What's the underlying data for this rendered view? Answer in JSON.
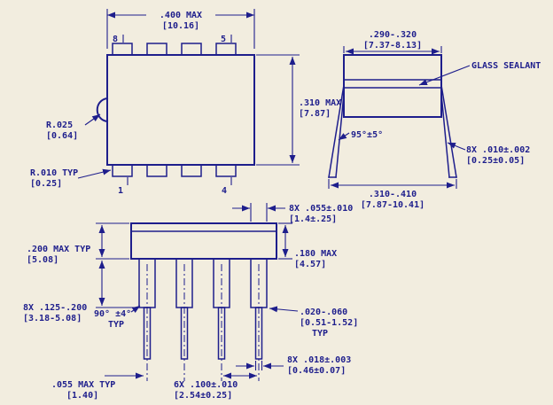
{
  "colors": {
    "background": "#f2eddf",
    "line": "#1e1e8c",
    "text": "#1e1e8c"
  },
  "top_view": {
    "width_in": ".400  MAX",
    "width_mm": "[10.16]",
    "height_in": ".310 MAX",
    "height_mm": "[7.87]",
    "notch_radius_in": "R.025",
    "notch_radius_mm": "[0.64]",
    "pin_radius_in": "R.010 TYP",
    "pin_radius_mm": "[0.25]",
    "pins": {
      "top_left": "8",
      "top_right": "5",
      "bottom_left": "1",
      "bottom_right": "4"
    }
  },
  "side_view": {
    "body_width_in": ".290-.320",
    "body_width_mm": "[7.37-8.13]",
    "glass_sealant": "GLASS SEALANT",
    "lead_angle": "95°±5°",
    "lead_thickness_in": "8X .010±.002",
    "lead_thickness_mm": "[0.25±0.05]",
    "lead_span_in": ".310-.410",
    "lead_span_mm": "[7.87-10.41]"
  },
  "front_view": {
    "shoulder_width_in": "8X .055±.010",
    "shoulder_width_mm": "[1.4±.25]",
    "body_height_left_in": ".200 MAX TYP",
    "body_height_left_mm": "[5.08]",
    "body_height_right_in": ".180 MAX",
    "body_height_right_mm": "[4.57]",
    "shoulder_length_in": "8X .125-.200",
    "shoulder_length_mm": "[3.18-5.08]",
    "lead_angle": "90° ±4°",
    "lead_angle_typ": "TYP",
    "standoff_in": ".020-.060",
    "standoff_mm": "[0.51-1.52]",
    "standoff_typ": "TYP",
    "pin_width_in": "8X .018±.003",
    "pin_width_mm": "[0.46±0.07]",
    "pitch_in": "6X .100±.010",
    "pitch_mm": "[2.54±0.25]",
    "offset_in": ".055 MAX TYP",
    "offset_mm": "[1.40]"
  }
}
